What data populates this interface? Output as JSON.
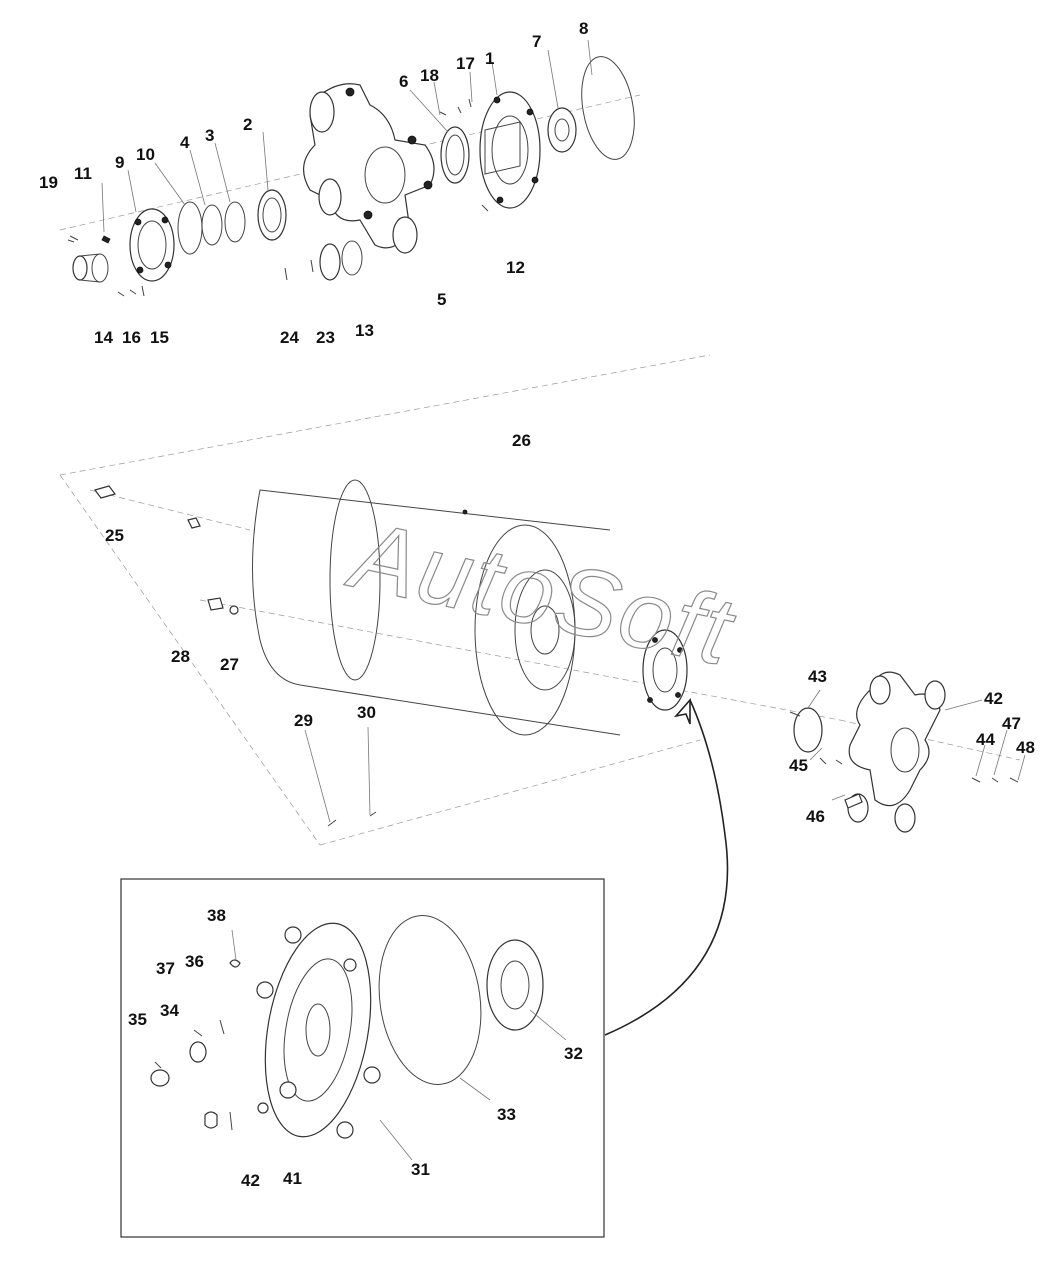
{
  "watermark": "AutoSoft",
  "callouts": [
    {
      "id": "c1",
      "text": "1"
    },
    {
      "id": "c2",
      "text": "2"
    },
    {
      "id": "c3",
      "text": "3"
    },
    {
      "id": "c4",
      "text": "4"
    },
    {
      "id": "c5",
      "text": "5"
    },
    {
      "id": "c6",
      "text": "6"
    },
    {
      "id": "c7",
      "text": "7"
    },
    {
      "id": "c8",
      "text": "8"
    },
    {
      "id": "c9",
      "text": "9"
    },
    {
      "id": "c10",
      "text": "10"
    },
    {
      "id": "c11",
      "text": "11"
    },
    {
      "id": "c12",
      "text": "12"
    },
    {
      "id": "c13",
      "text": "13"
    },
    {
      "id": "c14",
      "text": "14"
    },
    {
      "id": "c15",
      "text": "15"
    },
    {
      "id": "c16",
      "text": "16"
    },
    {
      "id": "c17",
      "text": "17"
    },
    {
      "id": "c18",
      "text": "18"
    },
    {
      "id": "c19",
      "text": "19"
    },
    {
      "id": "c23",
      "text": "23"
    },
    {
      "id": "c24",
      "text": "24"
    },
    {
      "id": "c25",
      "text": "25"
    },
    {
      "id": "c26",
      "text": "26"
    },
    {
      "id": "c27",
      "text": "27"
    },
    {
      "id": "c28",
      "text": "28"
    },
    {
      "id": "c29",
      "text": "29"
    },
    {
      "id": "c30",
      "text": "30"
    },
    {
      "id": "c31",
      "text": "31"
    },
    {
      "id": "c32",
      "text": "32"
    },
    {
      "id": "c33",
      "text": "33"
    },
    {
      "id": "c34",
      "text": "34"
    },
    {
      "id": "c35",
      "text": "35"
    },
    {
      "id": "c36",
      "text": "36"
    },
    {
      "id": "c37",
      "text": "37"
    },
    {
      "id": "c38",
      "text": "38"
    },
    {
      "id": "c41",
      "text": "41"
    },
    {
      "id": "c42a",
      "text": "42"
    },
    {
      "id": "c42b",
      "text": "42"
    },
    {
      "id": "c43",
      "text": "43"
    },
    {
      "id": "c44",
      "text": "44"
    },
    {
      "id": "c45",
      "text": "45"
    },
    {
      "id": "c46",
      "text": "46"
    },
    {
      "id": "c47",
      "text": "47"
    },
    {
      "id": "c48",
      "text": "48"
    }
  ]
}
